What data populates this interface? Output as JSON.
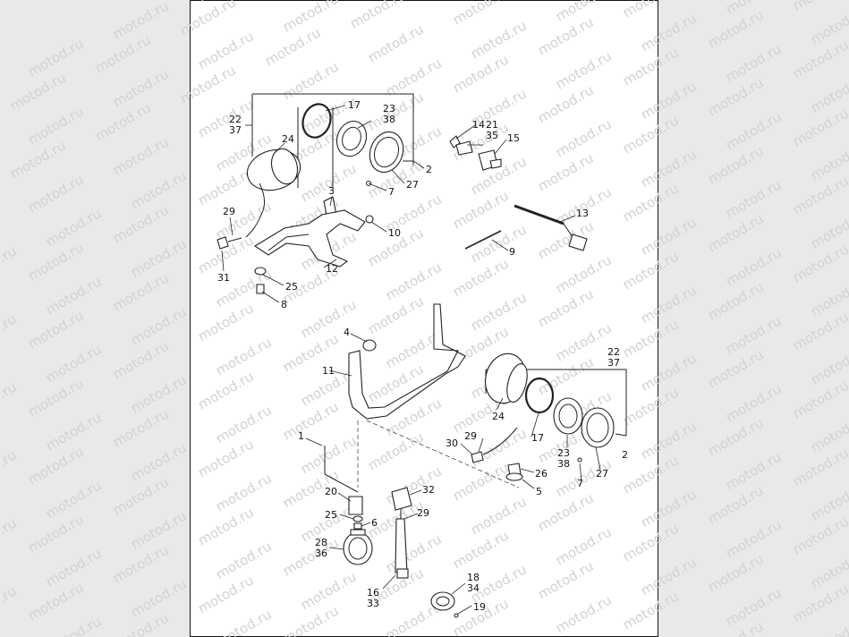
{
  "watermark": {
    "text": "motod.ru"
  },
  "callouts": {
    "c22a": "22",
    "c37a": "37",
    "c24a": "24",
    "c17a": "17",
    "c23a": "23",
    "c38a": "38",
    "c2a": "2",
    "c27a": "27",
    "c7a": "7",
    "c3": "3",
    "c10": "10",
    "c29a": "29",
    "c31": "31",
    "c12": "12",
    "c25a": "25",
    "c8": "8",
    "c14": "14",
    "c21": "21",
    "c35": "35",
    "c15": "15",
    "c13": "13",
    "c9": "9",
    "c4": "4",
    "c11": "11",
    "c22b": "22",
    "c37b": "37",
    "c24b": "24",
    "c17b": "17",
    "c23b": "23",
    "c38b": "38",
    "c27b": "27",
    "c2b": "2",
    "c7b": "7",
    "c29b": "29",
    "c30": "30",
    "c26": "26",
    "c5": "5",
    "c1": "1",
    "c20": "20",
    "c32": "32",
    "c25b": "25",
    "c6": "6",
    "c29c": "29",
    "c28": "28",
    "c36": "36",
    "c16": "16",
    "c33": "33",
    "c18": "18",
    "c34": "34",
    "c19": "19"
  }
}
